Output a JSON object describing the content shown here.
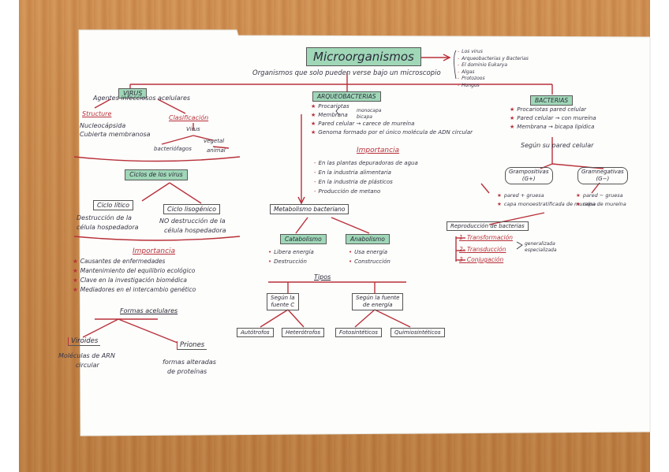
{
  "title": "Microorganismos",
  "subtitle": "Organismos que solo pueden verse bajo un microscopio",
  "kinds": [
    "Los virus",
    "Arqueobacterias y Bacterias",
    "El dominio Eukarya",
    "Algas",
    "Protozoos",
    "Hongos"
  ],
  "virus": {
    "title": "VIRUS",
    "definition": "Agentes infecciosos acelulares",
    "estructura": "Structure",
    "estructura_items": [
      "Nucleocápsida",
      "Cubierta membranosa"
    ],
    "clasificacion": "Clasificación",
    "clasificacion_items": [
      "vegetal",
      "bacteriófagos",
      "animal"
    ],
    "clasificacion_root": "Virus",
    "ciclos": "Ciclos de los virus",
    "ciclo_litico": "Ciclo lítico",
    "ciclo_lisogenico": "Ciclo lisogénico",
    "litico_desc": [
      "Destrucción de la",
      "célula hospedadora"
    ],
    "lisogenico_desc": [
      "NO destrucción de la",
      "célula hospedadora"
    ],
    "importancia": "Importancia",
    "importancia_items": [
      "Causantes de enfermedades",
      "Mantenimiento del equilibrio ecológico",
      "Clave en la investigación biomédica",
      "Mediadores en el intercambio genético"
    ],
    "formas": "Formas acelulares",
    "viroides": "Viroides",
    "priones": "Priones",
    "viroides_desc": [
      "Moléculas de ARN",
      "circular"
    ],
    "priones_desc": [
      "formas alteradas",
      "de proteínas"
    ]
  },
  "arqueo": {
    "title": "ARQUEOBACTERIAS",
    "items": [
      "Procariotas",
      "Membrana",
      "Pared celular → carece de mureína",
      "Genoma formado por el único molécula de ADN circular"
    ],
    "membrana_sub": [
      "monocapa",
      "bicapa"
    ],
    "importancia": "Importancia",
    "importancia_items": [
      "En las plantas depuradoras de agua",
      "En la industria alimentaria",
      "En la industria de plásticos",
      "Producción de metano"
    ]
  },
  "metabolismo": {
    "title": "Metabolismo bacteriano",
    "catabolismo": "Catabolismo",
    "anabolismo": "Anabolismo",
    "cat_items": [
      "Libera energía",
      "Destrucción"
    ],
    "ana_items": [
      "Usa energía",
      "Construcción"
    ],
    "tipos": "Tipos",
    "fuente_c": [
      "Según la",
      "fuente C"
    ],
    "fuente_e": [
      "Según la fuente",
      "de energía"
    ],
    "leaves": [
      "Autótrofos",
      "Heterótrofos",
      "Fotosintéticos",
      "Quimiosintéticos"
    ]
  },
  "bacterias": {
    "title": "BACTERIAS",
    "items": [
      "Procariotas pared celular",
      "Pared celular → con mureína",
      "Membrana → bicapa lipídica"
    ],
    "segun": "Según su pared celular",
    "gram_pos": "Grampositivas",
    "gram_pos_sign": "(G+)",
    "gram_neg": "Gramnegativas",
    "gram_neg_sign": "(G−)",
    "pos_items": [
      "pared + gruesa",
      "capa monoestratificada de mureína"
    ],
    "neg_items": [
      "pared − gruesa",
      "capa de mureína"
    ],
    "reproduccion": "Reproducción de bacterias",
    "repro_items": [
      "Transformación",
      "Transducción",
      "Conjugación"
    ],
    "repro_nums": [
      "1-",
      "2-",
      "3-"
    ],
    "transduccion_sub": [
      "generalizada",
      "especializada"
    ]
  },
  "colors": {
    "paper": "#fdfdfb",
    "ink": "#2f2c3d",
    "red": "#b8303a",
    "green": "#9fd7b7",
    "wood": "#c98546"
  }
}
